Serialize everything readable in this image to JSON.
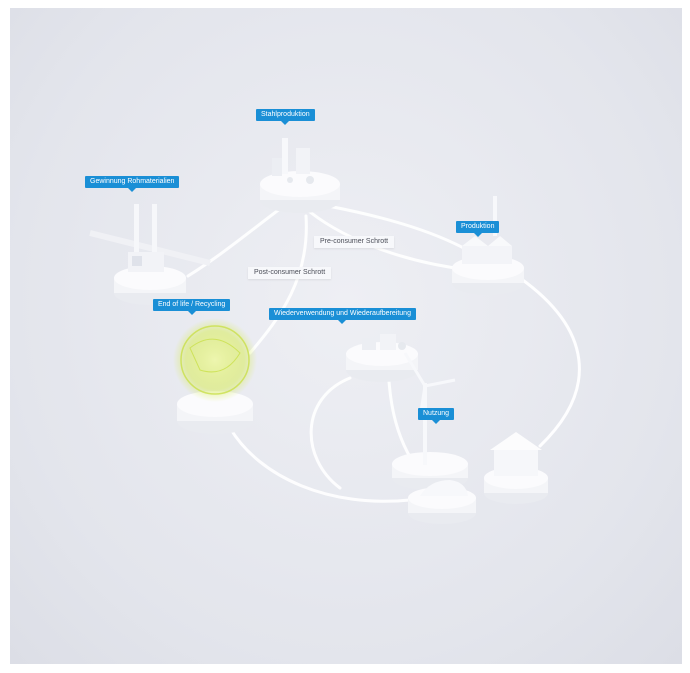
{
  "stations": {
    "stahlproduktion": "Stahlproduktion",
    "gewinnung": "Gewinnung Rohmaterialien",
    "produktion": "Produktion",
    "end_of_life": "End of life / Recycling",
    "wiederverwendung": "Wiederverwendung und Wiederaufbereitung",
    "nutzung": "Nutzung"
  },
  "flows": {
    "pre_consumer": "Pre-consumer Schrott",
    "post_consumer": "Post-consumer Schrott"
  },
  "colors": {
    "label_bg": "#1a8fd6",
    "recycling_glow": "#d8ec5a",
    "background": "#e4e6ec"
  }
}
